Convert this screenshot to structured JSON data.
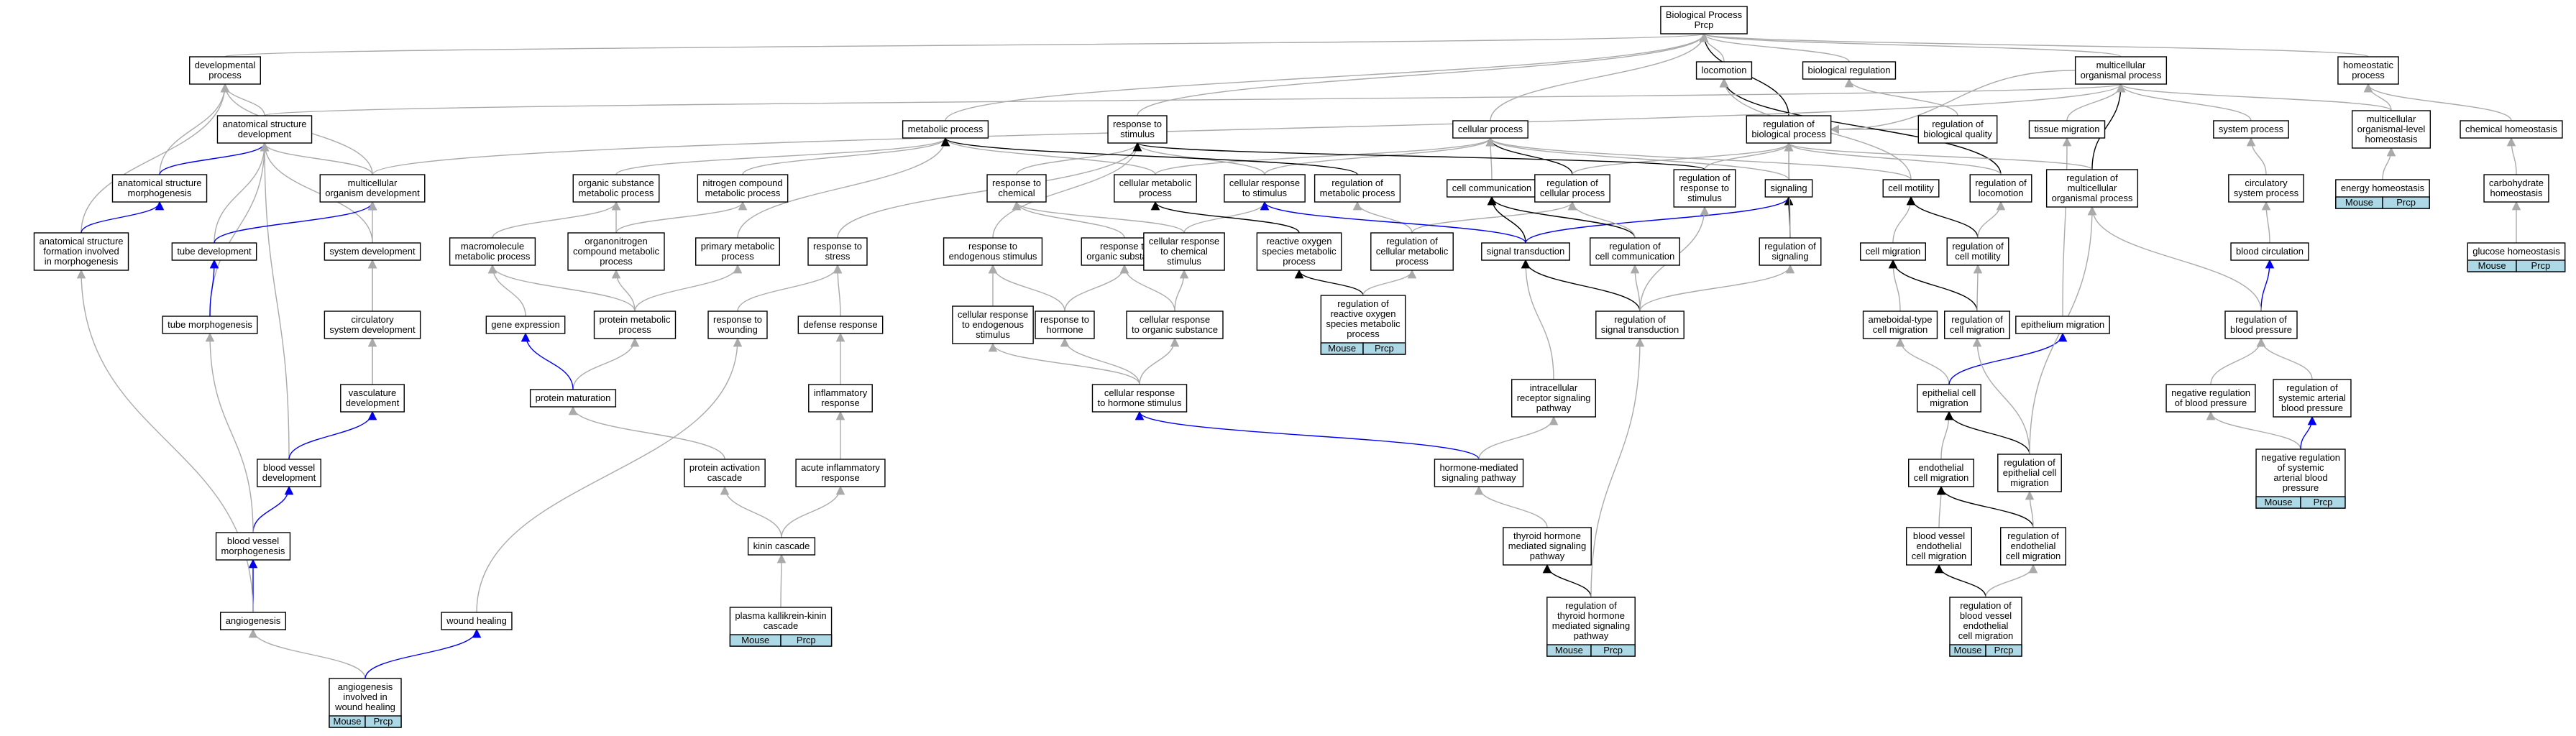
{
  "diagram": {
    "type": "gene-ontology-graph",
    "colors": {
      "is_a": "#aaaaaa",
      "part_of": "#000000",
      "regulates": "#0000ee",
      "tag_fill": "#add8e6",
      "box_fill": "#ffffff"
    },
    "nodes": [
      {
        "id": "bp",
        "label": [
          "Biological Process",
          "Prcp"
        ]
      },
      {
        "id": "dev",
        "label": [
          "developmental",
          "process"
        ]
      },
      {
        "id": "asd",
        "label": [
          "anatomical structure",
          "development"
        ]
      },
      {
        "id": "asm",
        "label": [
          "anatomical structure",
          "morphogenesis"
        ]
      },
      {
        "id": "asf",
        "label": [
          "anatomical structure",
          "formation involved",
          "in morphogenesis"
        ]
      },
      {
        "id": "mod",
        "label": [
          "multicellular",
          "organism development"
        ]
      },
      {
        "id": "td",
        "label": [
          "tube development"
        ]
      },
      {
        "id": "tm",
        "label": [
          "tube morphogenesis"
        ]
      },
      {
        "id": "sd",
        "label": [
          "system development"
        ]
      },
      {
        "id": "csd",
        "label": [
          "circulatory",
          "system development"
        ]
      },
      {
        "id": "vd",
        "label": [
          "vasculature",
          "development"
        ]
      },
      {
        "id": "bvd",
        "label": [
          "blood vessel",
          "development"
        ]
      },
      {
        "id": "bvm",
        "label": [
          "blood vessel",
          "morphogenesis"
        ]
      },
      {
        "id": "ang",
        "label": [
          "angiogenesis"
        ]
      },
      {
        "id": "aiwh",
        "label": [
          "angiogenesis",
          "involved in",
          "wound healing"
        ],
        "tags": [
          "Mouse",
          "Prcp"
        ]
      },
      {
        "id": "wh",
        "label": [
          "wound healing"
        ]
      },
      {
        "id": "mp",
        "label": [
          "metabolic process"
        ]
      },
      {
        "id": "osm",
        "label": [
          "organic substance",
          "metabolic process"
        ]
      },
      {
        "id": "ncm",
        "label": [
          "nitrogen compound",
          "metabolic process"
        ]
      },
      {
        "id": "mmp",
        "label": [
          "macromolecule",
          "metabolic process"
        ]
      },
      {
        "id": "ocm",
        "label": [
          "organonitrogen",
          "compound metabolic",
          "process"
        ]
      },
      {
        "id": "pmp",
        "label": [
          "primary metabolic",
          "process"
        ]
      },
      {
        "id": "ge",
        "label": [
          "gene expression"
        ]
      },
      {
        "id": "prmp",
        "label": [
          "protein metabolic",
          "process"
        ]
      },
      {
        "id": "pmat",
        "label": [
          "protein maturation"
        ]
      },
      {
        "id": "pac",
        "label": [
          "protein activation",
          "cascade"
        ]
      },
      {
        "id": "kc",
        "label": [
          "kinin cascade"
        ]
      },
      {
        "id": "pkk",
        "label": [
          "plasma kallikrein-kinin",
          "cascade"
        ],
        "tags": [
          "Mouse",
          "Prcp"
        ]
      },
      {
        "id": "rts",
        "label": [
          "response to",
          "stimulus"
        ]
      },
      {
        "id": "rtst",
        "label": [
          "response to",
          "stress"
        ]
      },
      {
        "id": "rtw",
        "label": [
          "response to",
          "wounding"
        ]
      },
      {
        "id": "dr",
        "label": [
          "defense response"
        ]
      },
      {
        "id": "ir",
        "label": [
          "inflammatory",
          "response"
        ]
      },
      {
        "id": "air",
        "label": [
          "acute inflammatory",
          "response"
        ]
      },
      {
        "id": "rtc",
        "label": [
          "response to",
          "chemical"
        ]
      },
      {
        "id": "rtes",
        "label": [
          "response to",
          "endogenous stimulus"
        ]
      },
      {
        "id": "rtos",
        "label": [
          "response to",
          "organic substance"
        ]
      },
      {
        "id": "crtes",
        "label": [
          "cellular response",
          "to endogenous",
          "stimulus"
        ]
      },
      {
        "id": "rth",
        "label": [
          "response to",
          "hormone"
        ]
      },
      {
        "id": "crtcs",
        "label": [
          "cellular response",
          "to chemical",
          "stimulus"
        ]
      },
      {
        "id": "crtos",
        "label": [
          "cellular response",
          "to organic substance"
        ]
      },
      {
        "id": "crths",
        "label": [
          "cellular response",
          "to hormone stimulus"
        ]
      },
      {
        "id": "cmp",
        "label": [
          "cellular metabolic",
          "process"
        ]
      },
      {
        "id": "crts",
        "label": [
          "cellular response",
          "to stimulus"
        ]
      },
      {
        "id": "cp",
        "label": [
          "cellular process"
        ]
      },
      {
        "id": "rmp",
        "label": [
          "regulation of",
          "metabolic process"
        ]
      },
      {
        "id": "ros",
        "label": [
          "reactive oxygen",
          "species metabolic",
          "process"
        ]
      },
      {
        "id": "rcmp",
        "label": [
          "regulation of",
          "cellular metabolic",
          "process"
        ]
      },
      {
        "id": "rros",
        "label": [
          "regulation of",
          "reactive oxygen",
          "species metabolic",
          "process"
        ],
        "tags": [
          "Mouse",
          "Prcp"
        ]
      },
      {
        "id": "cc",
        "label": [
          "cell communication"
        ]
      },
      {
        "id": "st",
        "label": [
          "signal transduction"
        ]
      },
      {
        "id": "rcp",
        "label": [
          "regulation of",
          "cellular process"
        ]
      },
      {
        "id": "rcc",
        "label": [
          "regulation of",
          "cell communication"
        ]
      },
      {
        "id": "irsp",
        "label": [
          "intracellular",
          "receptor signaling",
          "pathway"
        ]
      },
      {
        "id": "hmsp",
        "label": [
          "hormone-mediated",
          "signaling pathway"
        ]
      },
      {
        "id": "thsp",
        "label": [
          "thyroid hormone",
          "mediated signaling",
          "pathway"
        ]
      },
      {
        "id": "rthsp",
        "label": [
          "regulation of",
          "thyroid hormone",
          "mediated signaling",
          "pathway"
        ],
        "tags": [
          "Mouse",
          "Prcp"
        ]
      },
      {
        "id": "rbp",
        "label": [
          "regulation of",
          "biological process"
        ]
      },
      {
        "id": "rrts",
        "label": [
          "regulation of",
          "response to",
          "stimulus"
        ]
      },
      {
        "id": "sig",
        "label": [
          "signaling"
        ]
      },
      {
        "id": "rsig",
        "label": [
          "regulation of",
          "signaling"
        ]
      },
      {
        "id": "rst",
        "label": [
          "regulation of",
          "signal transduction"
        ]
      },
      {
        "id": "loc",
        "label": [
          "locomotion"
        ]
      },
      {
        "id": "breg",
        "label": [
          "biological regulation"
        ]
      },
      {
        "id": "rbq",
        "label": [
          "regulation of",
          "biological quality"
        ]
      },
      {
        "id": "rloc",
        "label": [
          "regulation of",
          "locomotion"
        ]
      },
      {
        "id": "cmot",
        "label": [
          "cell motility"
        ]
      },
      {
        "id": "cmig",
        "label": [
          "cell migration"
        ]
      },
      {
        "id": "rcmot",
        "label": [
          "regulation of",
          "cell motility"
        ]
      },
      {
        "id": "acm",
        "label": [
          "ameboidal-type",
          "cell migration"
        ]
      },
      {
        "id": "rcm",
        "label": [
          "regulation of",
          "cell migration"
        ]
      },
      {
        "id": "ecm",
        "label": [
          "epithelial cell",
          "migration"
        ]
      },
      {
        "id": "endcm",
        "label": [
          "endothelial",
          "cell migration"
        ]
      },
      {
        "id": "recm",
        "label": [
          "regulation of",
          "epithelial cell",
          "migration"
        ]
      },
      {
        "id": "bvecm",
        "label": [
          "blood vessel",
          "endothelial",
          "cell migration"
        ]
      },
      {
        "id": "rendcm",
        "label": [
          "regulation of",
          "endothelial",
          "cell migration"
        ]
      },
      {
        "id": "rbvecm",
        "label": [
          "regulation of",
          "blood vessel",
          "endothelial",
          "cell migration"
        ],
        "tags": [
          "Mouse",
          "Prcp"
        ]
      },
      {
        "id": "tmig",
        "label": [
          "tissue migration"
        ]
      },
      {
        "id": "epim",
        "label": [
          "epithelium migration"
        ]
      },
      {
        "id": "mop",
        "label": [
          "multicellular",
          "organismal process"
        ]
      },
      {
        "id": "rmop",
        "label": [
          "regulation of",
          "multicellular",
          "organismal process"
        ]
      },
      {
        "id": "sp",
        "label": [
          "system process"
        ]
      },
      {
        "id": "csp",
        "label": [
          "circulatory",
          "system process"
        ]
      },
      {
        "id": "bc",
        "label": [
          "blood circulation"
        ]
      },
      {
        "id": "rbpr",
        "label": [
          "regulation of",
          "blood pressure"
        ]
      },
      {
        "id": "nrbp",
        "label": [
          "negative regulation",
          "of blood pressure"
        ]
      },
      {
        "id": "rsabp",
        "label": [
          "regulation of",
          "systemic arterial",
          "blood pressure"
        ]
      },
      {
        "id": "nrsabp",
        "label": [
          "negative regulation",
          "of systemic",
          "arterial blood",
          "pressure"
        ],
        "tags": [
          "Mouse",
          "Prcp"
        ]
      },
      {
        "id": "homp",
        "label": [
          "homeostatic",
          "process"
        ]
      },
      {
        "id": "molh",
        "label": [
          "multicellular",
          "organismal-level",
          "homeostasis"
        ]
      },
      {
        "id": "eh",
        "label": [
          "energy homeostasis"
        ],
        "tags": [
          "Mouse",
          "Prcp"
        ]
      },
      {
        "id": "ch",
        "label": [
          "chemical homeostasis"
        ]
      },
      {
        "id": "carbh",
        "label": [
          "carbohydrate",
          "homeostasis"
        ]
      },
      {
        "id": "gh",
        "label": [
          "glucose homeostasis"
        ],
        "tags": [
          "Mouse",
          "Prcp"
        ]
      }
    ]
  }
}
